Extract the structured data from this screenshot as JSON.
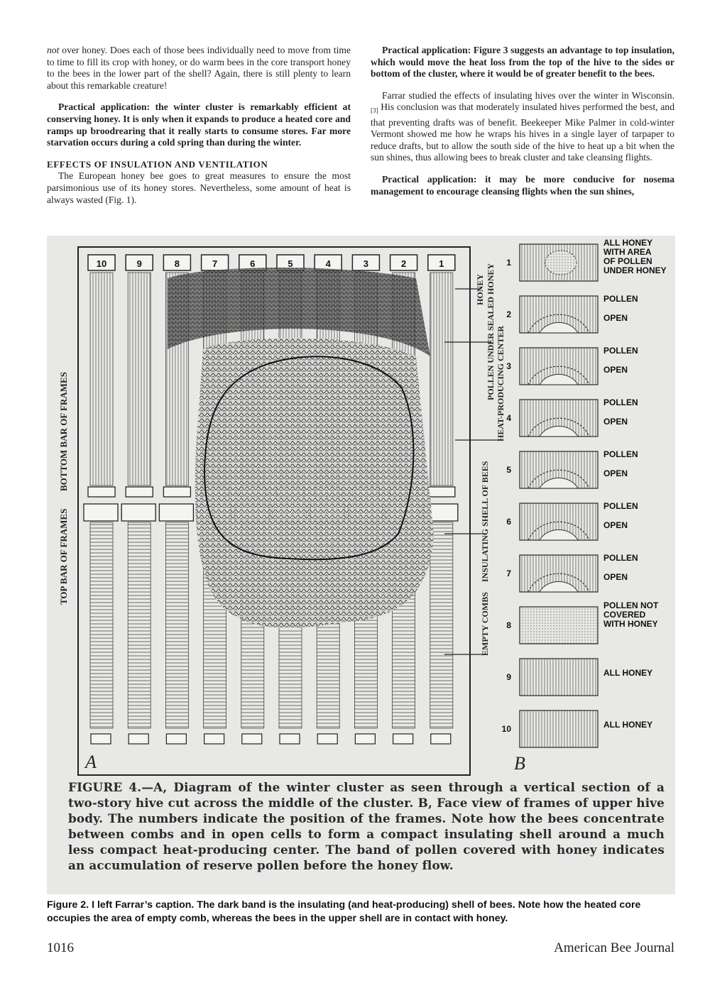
{
  "left_column": {
    "p1_italic": "not",
    "p1_rest": " over honey. Does each of those bees individually need to move from time to time to fill its crop with honey, or do warm bees in the core transport honey to the bees in the lower part of the shell? Again, there is still plenty to learn about this remarkable creature!",
    "p2": "Practical application: the winter cluster is remarkably efficient at conserving honey. It is only when it expands to produce a heated core and ramps up broodrearing that it really starts to consume stores. Far more starvation occurs during a cold spring than during the winter.",
    "heading": "EFFECTS OF INSULATION AND VENTILATION",
    "p3": "The European honey bee goes to great measures to ensure the most parsimonious use of its honey stores. Nevertheless, some amount of heat is always wasted (Fig. 1)."
  },
  "right_column": {
    "p1": "Practical application: Figure 3 suggests an advantage to top insulation, which would move the heat loss from the top of the hive to the sides or bottom of the cluster, where it would be of greater benefit to the bees.",
    "p2_a": "Farrar studied the effects of insulating hives over the winter in Wisconsin.",
    "p2_ref": "[3]",
    "p2_b": " His conclusion was that moderately insulated hives performed the best, and that preventing drafts was of benefit. Beekeeper Mike Palmer in cold-winter Vermont showed me how he wraps his hives in a single layer of tarpaper to reduce drafts, but to allow the south side of the hive to heat up a bit when the sun shines, thus allowing bees to break cluster and take cleansing flights.",
    "p3": "Practical application: it may be more conducive for nosema management to encourage cleansing flights when the sun shines,"
  },
  "figure": {
    "panel_a_label": "A",
    "panel_b_label": "B",
    "frame_numbers": [
      "10",
      "9",
      "8",
      "7",
      "6",
      "5",
      "4",
      "3",
      "2",
      "1"
    ],
    "side_labels": {
      "bottom_bar": "BOTTOM BAR OF FRAMES",
      "top_bar": "TOP BAR OF FRAMES",
      "honey": "HONEY",
      "pollen_under_sealed_honey": "POLLEN UNDER SEALED HONEY",
      "heat_producing_center": "HEAT-PRODUCING CENTER",
      "insulating_shell": "INSULATING SHELL OF BEES",
      "empty_combs": "EMPTY COMBS"
    },
    "panel_b_rows": [
      {
        "number": "1",
        "labels": [
          "ALL HONEY",
          "WITH AREA",
          "OF POLLEN",
          "UNDER HONEY"
        ]
      },
      {
        "number": "2",
        "labels": [
          "POLLEN",
          "OPEN"
        ]
      },
      {
        "number": "3",
        "labels": [
          "POLLEN",
          "OPEN"
        ]
      },
      {
        "number": "4",
        "labels": [
          "POLLEN",
          "OPEN"
        ]
      },
      {
        "number": "5",
        "labels": [
          "POLLEN",
          "OPEN"
        ]
      },
      {
        "number": "6",
        "labels": [
          "POLLEN",
          "OPEN"
        ]
      },
      {
        "number": "7",
        "labels": [
          "POLLEN",
          "OPEN"
        ]
      },
      {
        "number": "8",
        "labels": [
          "POLLEN NOT",
          "COVERED",
          "WITH HONEY"
        ]
      },
      {
        "number": "9",
        "labels": [
          "ALL HONEY"
        ]
      },
      {
        "number": "10",
        "labels": [
          "ALL HONEY"
        ]
      }
    ],
    "caption": "FIGURE 4.—A, Diagram of the winter cluster as seen through a vertical section of a two-story hive cut across the middle of the cluster. B, Face view of frames of upper hive body. The numbers indicate the position of the frames. Note how the bees concentrate between combs and in open cells to form a compact insulating shell around a much less compact heat-producing center. The band of pollen covered with honey indicates an accumulation of reserve pollen before the honey flow."
  },
  "figure_caption": "Figure 2. I left Farrar’s caption. The dark band is the insulating (and heat-producing) shell of bees. Note how the heated core occupies the area of empty comb, whereas the bees in the upper shell are in contact with honey.",
  "footer": {
    "page_number": "1016",
    "journal": "American Bee Journal"
  }
}
